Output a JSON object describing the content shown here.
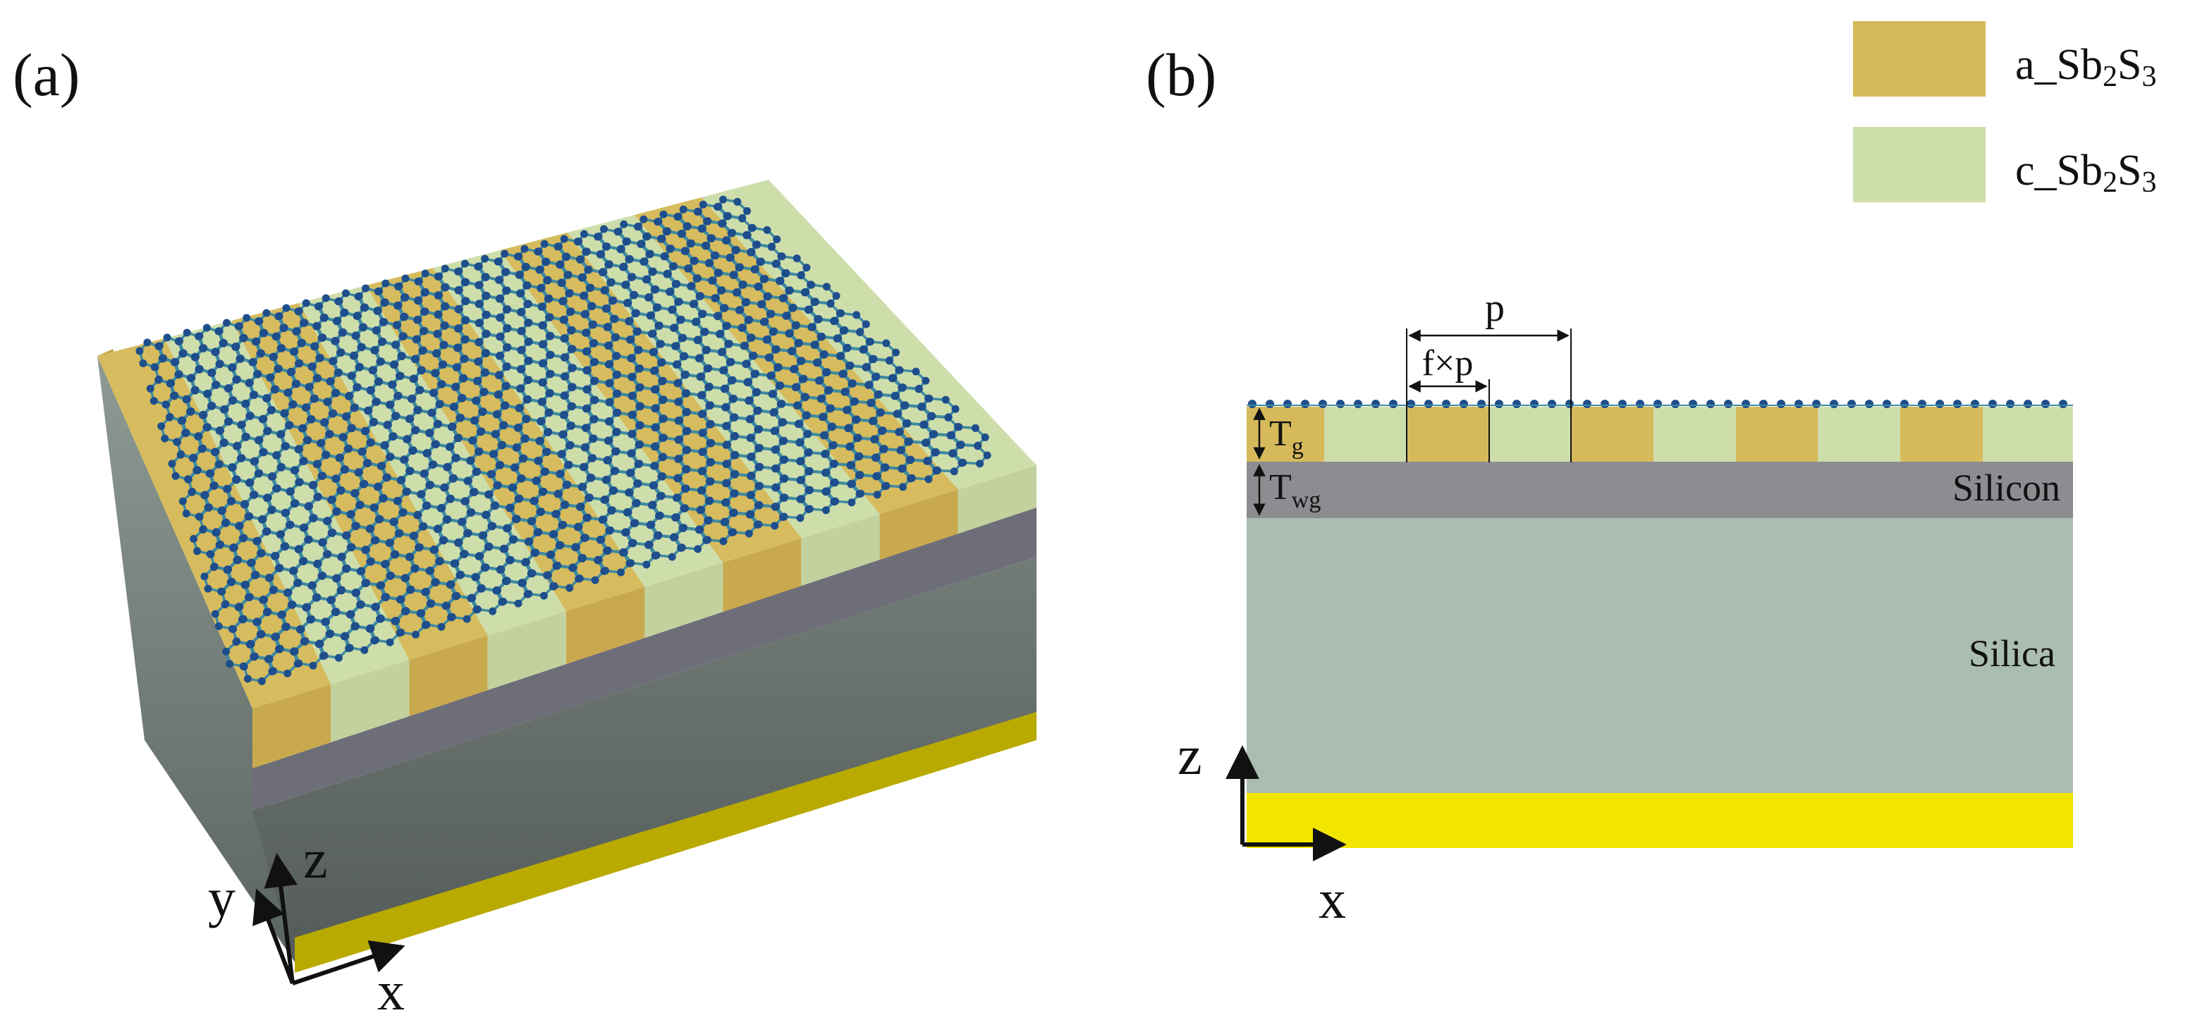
{
  "panels": {
    "a": {
      "label": "(a)"
    },
    "b": {
      "label": "(b)"
    }
  },
  "legend": {
    "items": [
      {
        "text_prefix": "a_Sb",
        "sub1": "2",
        "mid": "S",
        "sub2": "3",
        "color": "#D6B95A"
      },
      {
        "text_prefix": "c_Sb",
        "sub1": "2",
        "mid": "S",
        "sub2": "3",
        "color": "#CEDEAB"
      }
    ]
  },
  "panel_a": {
    "axes": {
      "y": "y",
      "z": "z",
      "x": "x"
    }
  },
  "panel_b": {
    "dim_p": "p",
    "dim_fp": "f×p",
    "tg_main": "T",
    "tg_sub": "g",
    "twg_main": "T",
    "twg_sub": "wg",
    "silicon": "Silicon",
    "silica": "Silica",
    "axis_z": "z",
    "axis_x": "x"
  },
  "colors": {
    "amorphous": "#D6B95A",
    "crystalline": "#CEDEAB",
    "silicon": "#8C8C91",
    "silica": "#ABBDB1",
    "gold_substrate": "#F2E600",
    "graphene_atom": "#1E4E8C",
    "graphene_bond": "#3F8AA0"
  }
}
